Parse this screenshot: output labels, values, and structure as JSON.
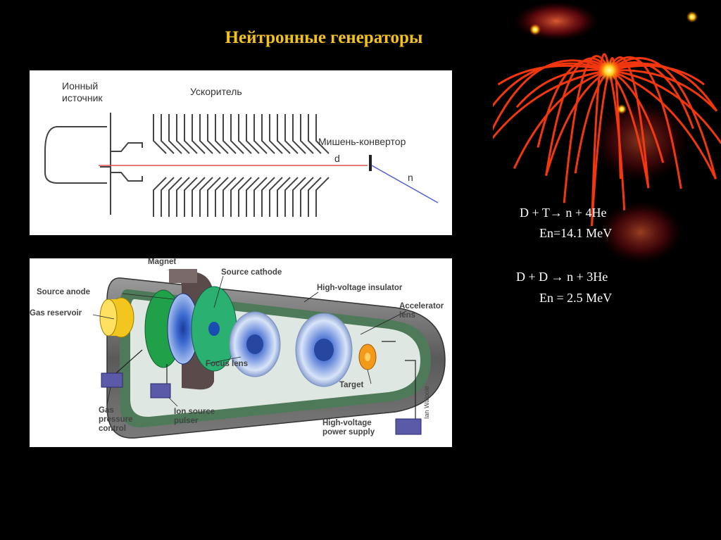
{
  "slide": {
    "title": "Нейтронные генераторы"
  },
  "schematic": {
    "ion_source_label": "Ионный\nисточник",
    "accelerator_label": "Ускоритель",
    "target_label": "Мишень-конвертор",
    "beam_label": "d",
    "neutron_label": "n",
    "beam_color": "#e05050",
    "neutron_color": "#5560d0"
  },
  "device": {
    "labels": {
      "magnet": "Magnet",
      "source_cathode": "Source cathode",
      "source_anode": "Source anode",
      "gas_reservoir": "Gas reservoir",
      "high_voltage_insulator": "High-voltage insulator",
      "accelerator_lens": "Accelerator\nlens",
      "focus_lens": "Focus lens",
      "target": "Target",
      "gas_pressure_control": "Gas\npressure\ncontrol",
      "ion_source_pulser": "Ion source\npulser",
      "high_voltage_power_supply": "High-voltage\npower supply",
      "credit": "Ian Walpole"
    }
  },
  "reactions": [
    {
      "equation": "D + T→ n + 4He",
      "energy": "En=14.1 MeV"
    },
    {
      "equation": "D + D → n + 3He",
      "energy": "En = 2.5 MeV"
    }
  ],
  "colors": {
    "background": "#000000",
    "title": "#f2c21b",
    "equation_text": "#ffffff"
  }
}
